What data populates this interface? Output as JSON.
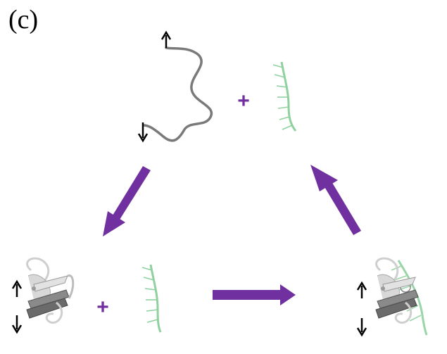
{
  "figure": {
    "panel_label": "(c)",
    "plus_symbol": "+",
    "colors": {
      "arrow": "#7030a0",
      "plus": "#7030a0",
      "peptide": "#7a7a7a",
      "dna": "#8fd19e",
      "protein_light": "#d4d4d4",
      "protein_dark": "#5c5c5c",
      "direction_arrow": "#000000"
    },
    "states": [
      {
        "name": "unfolded-peptide-plus-dna",
        "icon": "disordered-chain"
      },
      {
        "name": "folded-protein-plus-dna",
        "icon": "folded-protein"
      },
      {
        "name": "protein-dna-complex",
        "icon": "bound-complex"
      }
    ],
    "transitions": [
      {
        "from": "unfolded-peptide-plus-dna",
        "to": "folded-protein-plus-dna",
        "icon": "arrow-down-left"
      },
      {
        "from": "folded-protein-plus-dna",
        "to": "protein-dna-complex",
        "icon": "arrow-right"
      },
      {
        "from": "protein-dna-complex",
        "to": "unfolded-peptide-plus-dna",
        "icon": "arrow-up-left"
      }
    ]
  }
}
